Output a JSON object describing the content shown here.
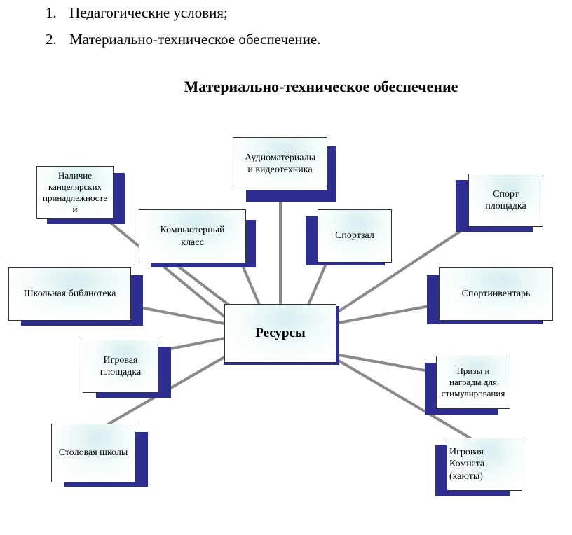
{
  "list": [
    {
      "num": "1.",
      "text": "Педагогические условия;"
    },
    {
      "num": "2.",
      "text": "Материально-техническое обеспечение."
    }
  ],
  "title": "Материально-техническое обеспечение",
  "diagram": {
    "center": "Ресурсы",
    "nodes": [
      {
        "key": "kanc",
        "label": "Наличие\nканцелярских\nпринадлежносте\nй"
      },
      {
        "key": "audio",
        "label": "Аудиоматериалы\nи видеотехника"
      },
      {
        "key": "sport_ploschadka",
        "label": "Спорт\nплощадка"
      },
      {
        "key": "komp",
        "label": "Компьютерный\nкласс"
      },
      {
        "key": "sportzal",
        "label": "Спортзал"
      },
      {
        "key": "biblio",
        "label": "Школьная библиотека"
      },
      {
        "key": "sportinv",
        "label": "Спортинвентарь"
      },
      {
        "key": "igr_ploschadka",
        "label": "Игровая\nплощадка"
      },
      {
        "key": "prizy",
        "label": "Призы и\nнаграды для\nстимулирования"
      },
      {
        "key": "stolovaya",
        "label": "Столовая школы"
      },
      {
        "key": "igr_komnata",
        "label": "Игровая\n          Комната\n      (каюты)"
      }
    ]
  }
}
